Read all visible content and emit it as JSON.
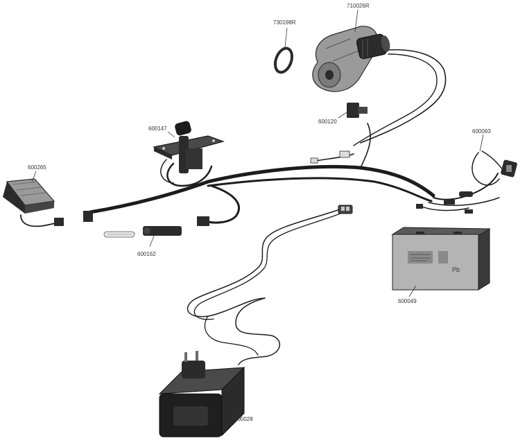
{
  "colors": {
    "background": "#ffffff",
    "wire": "#1c1c1c",
    "part_dark": "#2b2b2b",
    "part_mid": "#7a7a7a",
    "part_light": "#c8c8c8",
    "label": "#333333"
  },
  "parts": [
    {
      "id": "motor_gearbox",
      "label": "710026R",
      "icon": "motor-gearbox-icon"
    },
    {
      "id": "gear_ring",
      "label": "730198R",
      "icon": "gear-ring-icon"
    },
    {
      "id": "motor_connector",
      "label": "600120",
      "icon": "connector-icon"
    },
    {
      "id": "shifter_switch",
      "label": "600147",
      "icon": "shifter-switch-icon"
    },
    {
      "id": "fuse_harness",
      "label": "600093",
      "icon": "fuse-harness-icon"
    },
    {
      "id": "foot_pedal",
      "label": "600265",
      "icon": "foot-pedal-icon"
    },
    {
      "id": "fuse",
      "label": "600162",
      "icon": "fuse-icon"
    },
    {
      "id": "battery",
      "label": "600049",
      "icon": "battery-icon"
    },
    {
      "id": "charger",
      "label": "600028",
      "icon": "charger-icon"
    }
  ],
  "battery_marking": "Pb"
}
